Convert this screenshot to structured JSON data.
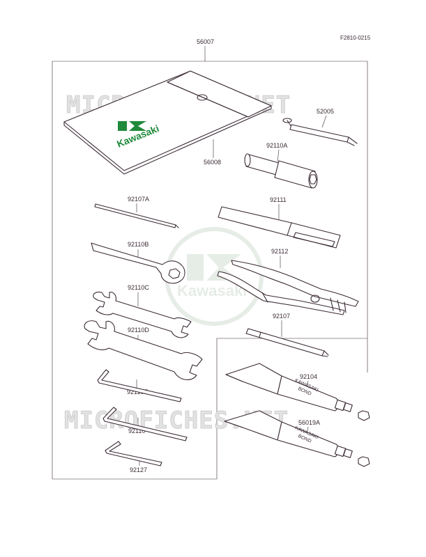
{
  "ref_code": "F2810-0215",
  "watermark": {
    "text": "MICROFICHES.NET",
    "color": "#d9d9d9"
  },
  "brand": {
    "name": "Kawasaki",
    "color": "#1f8a3b"
  },
  "tube_text": {
    "line1": "KAWASAKI",
    "line2": "BOND"
  },
  "parts": {
    "kit": "56007",
    "bag": "56008",
    "plug_wrench_handle": "52005",
    "plug_wrench": "92110A",
    "handle_bar": "92107A",
    "screwdriver_handle": "92111",
    "wrench_b": "92110B",
    "pliers": "92112",
    "wrench_c": "92110C",
    "wrench_d": "92110D",
    "screwdriver": "92107",
    "hex_e": "92110E",
    "bond_tube": "92104",
    "hex_110": "92110",
    "bond_tube_a": "56019A",
    "hex_127": "92127"
  }
}
